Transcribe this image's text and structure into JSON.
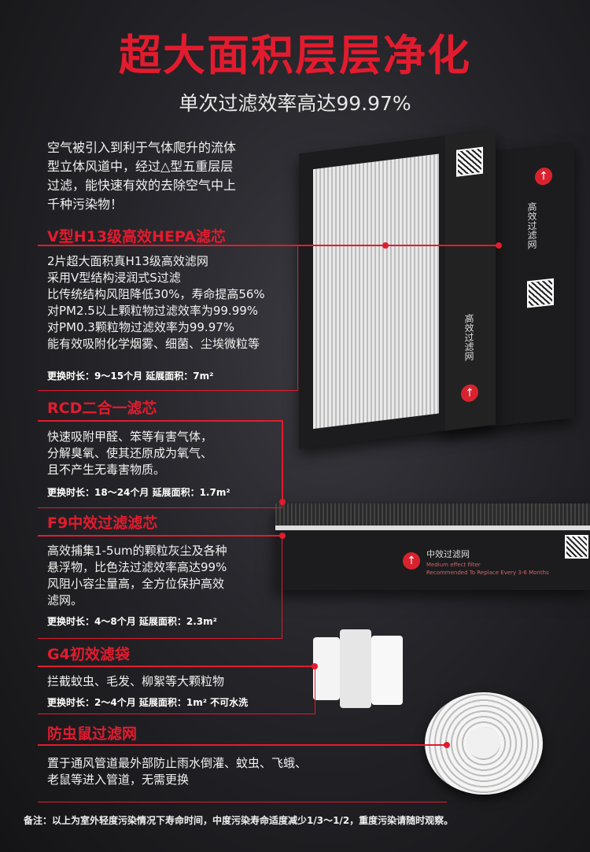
{
  "header": {
    "title": "超大面积层层净化",
    "subtitle": "单次过滤效率高达99.97%"
  },
  "intro": {
    "lines": [
      "空气被引入到利于气体爬升的流体",
      "型立体风道中，经过△型五重层层",
      "过滤，能快速有效的去除空气中上",
      "千种污染物！"
    ]
  },
  "sections": [
    {
      "title": "V型H13级高效HEPA滤芯",
      "lines": [
        "2片超大面积真H13级高效滤网",
        "采用V型结构浸润式S过滤",
        "比传统结构风阻降低30%，寿命提高56%",
        "对PM2.5以上颗粒物过滤效率为99.99%",
        "对PM0.3颗粒物过滤效率为99.97%",
        "能有效吸附化学烟雾、细菌、尘埃微粒等"
      ],
      "meta": "更换时长：9～15个月  延展面积：7m²"
    },
    {
      "title": "RCD二合一滤芯",
      "lines": [
        "快速吸附甲醛、笨等有害气体，",
        "分解臭氧、使其还原成为氧气、",
        "且不产生无毒害物质。"
      ],
      "meta": "更换时长：18～24个月  延展面积：1.7m²"
    },
    {
      "title": "F9中效过滤滤芯",
      "lines": [
        "高效捕集1-5um的颗粒灰尘及各种",
        "悬浮物，比色法过滤效率高达99%",
        "风阻小容尘量高，全方位保护高效",
        "滤网。"
      ],
      "meta": "更换时长：4～8个月  延展面积：2.3m²"
    },
    {
      "title": "G4初效滤袋",
      "lines": [
        "拦截蚊虫、毛发、柳絮等大颗粒物"
      ],
      "meta": "更换时长：2～4个月  延展面积：1m²    不可水洗"
    },
    {
      "title": "防虫鼠过滤网",
      "lines": [
        "置于通风管道最外部防止雨水倒灌、蚊虫、飞蛾、",
        "老鼠等进入管道，无需更换"
      ],
      "meta": ""
    }
  ],
  "products": {
    "hepa_label": "高效过滤网",
    "hepa_label_2": "高效过滤网",
    "medium_label": "中效过滤网",
    "medium_sub": "Medium effect filter",
    "medium_sub2": "Recommended To Replace Every 3-6 Months"
  },
  "footer": {
    "note": "备注：以上为室外轻度污染情况下寿命时间，中度污染寿命适度减少1/3～1/2，重度污染请随时观察。"
  },
  "colors": {
    "accent": "#e31b2e",
    "background": "#25252a"
  }
}
